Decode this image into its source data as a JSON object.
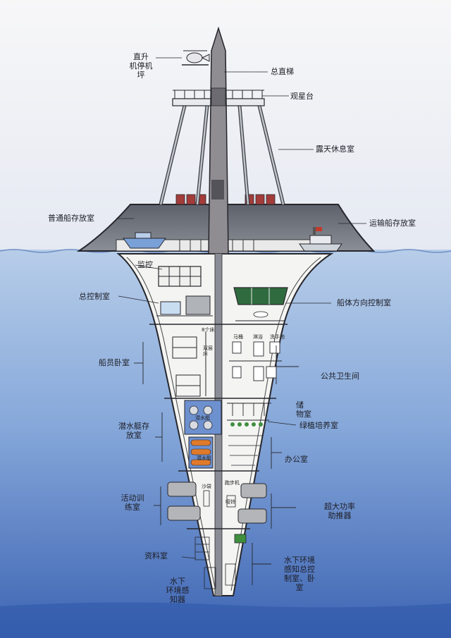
{
  "labels": {
    "helipad": "直升\n机停机\n坪",
    "main_elevator": "总直梯",
    "observation_deck": "观星台",
    "open_air_lounge": "露天休息室",
    "ordinary_ship_storage": "普通船存放室",
    "transport_ship_storage": "运输船存放室",
    "monitor": "监控",
    "main_control_room": "总控制室",
    "hull_direction_control_room": "船体方向控制室",
    "crew_bedroom": "船员卧室",
    "eight_person_bunk": "8个床",
    "double_bunk": "双层\n床",
    "toilet": "马桶",
    "shower": "淋浴",
    "wash_basin": "洗手池",
    "public_bathroom": "公共卫生间",
    "storage_room": "储\n物室",
    "submersible_storage_room": "潜水艇存\n放室",
    "green_plant_room": "绿植培养室",
    "office": "办公室",
    "submersible_label_1": "潜水艇",
    "submersible_label_2": "潜水艇",
    "punching_bag": "沙袋",
    "treadmill": "跑步机",
    "dumbbell": "哑铃",
    "training_room": "活动训\n练室",
    "super_thrusters": "超大功率\n助推器",
    "archive_room": "资料室",
    "underwater_env_control_room": "水下环境\n感知总控\n制室、卧\n室",
    "underwater_env_sensor": "水下\n环境感\n知器"
  },
  "colors": {
    "sky": "#f1f2f5",
    "sea_top": "#a8c3e6",
    "sea_bottom": "#3f67b6",
    "deck_gray": "#6b6f78",
    "hull_white": "#f4f4f2",
    "outline": "#26262c",
    "accent_red": "#c23a2e",
    "panel_green": "#2f6b3e",
    "sub_orange": "#e07a2b",
    "pool_blue": "#6d90cf"
  }
}
